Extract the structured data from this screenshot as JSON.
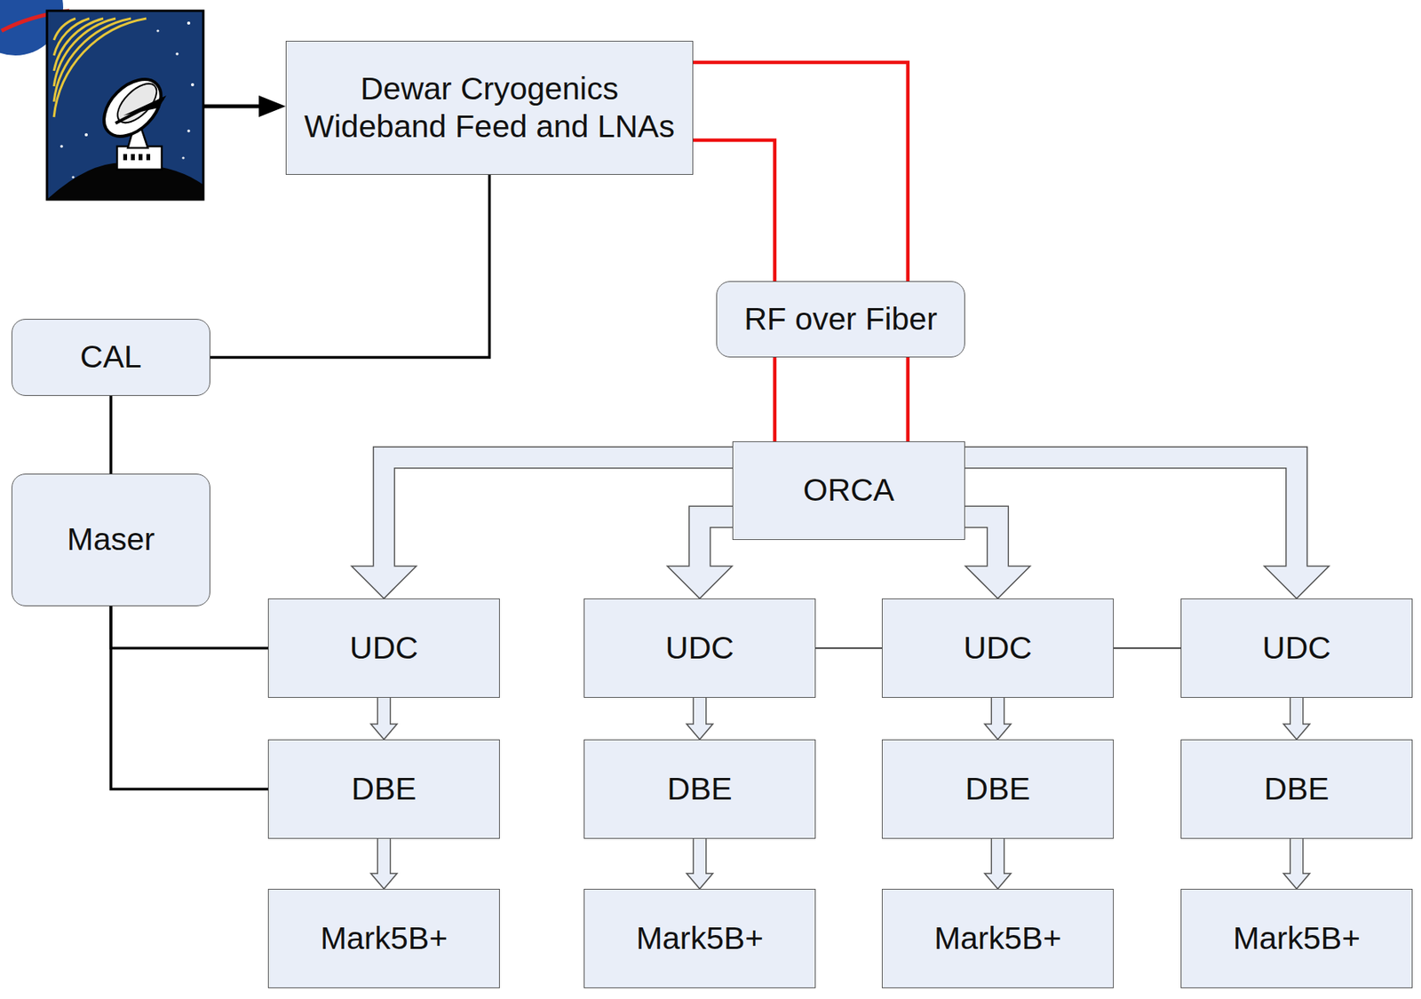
{
  "diagram": {
    "nodes": [
      {
        "text": [
          "Dewar Cryogenics Wideband Feed and LNAs"
        ]
      },
      {
        "text": [
          "CAL"
        ]
      },
      {
        "text": [
          "RF over Fiber"
        ]
      },
      {
        "text": [
          "ORCA"
        ]
      },
      {
        "text": [
          "Maser"
        ]
      },
      {
        "text": [
          "UDC"
        ]
      },
      {
        "text": [
          "UDC"
        ]
      },
      {
        "text": [
          "UDC"
        ]
      },
      {
        "text": [
          "UDC"
        ]
      },
      {
        "text": [
          "DBE"
        ]
      },
      {
        "text": [
          "DBE"
        ]
      },
      {
        "text": [
          "DBE"
        ]
      },
      {
        "text": [
          "DBE"
        ]
      },
      {
        "text": [
          "Mark5B+"
        ]
      },
      {
        "text": [
          "Mark5B+"
        ]
      },
      {
        "text": [
          "Mark5B+"
        ]
      },
      {
        "text": [
          "Mark5B+"
        ]
      }
    ],
    "edges": [
      {
        "from": 0,
        "to": 2,
        "arrow": "none"
      },
      {
        "from": 0,
        "to": 2,
        "arrow": "none"
      },
      {
        "from": 2,
        "to": 3,
        "arrow": "none"
      },
      {
        "from": 2,
        "to": 3,
        "arrow": "none"
      },
      {
        "from": 0,
        "to": 1,
        "arrow": "none"
      },
      {
        "from": 1,
        "to": 4,
        "arrow": "none"
      },
      {
        "from": 3,
        "to": 5,
        "arrow": "to"
      },
      {
        "from": 3,
        "to": 6,
        "arrow": "to"
      },
      {
        "from": 3,
        "to": 7,
        "arrow": "to"
      },
      {
        "from": 3,
        "to": 8,
        "arrow": "to"
      },
      {
        "from": 4,
        "to": 5,
        "arrow": "none"
      },
      {
        "from": 4,
        "to": 9,
        "arrow": "none"
      },
      {
        "from": 6,
        "to": 7,
        "arrow": "none"
      },
      {
        "from": 7,
        "to": 8,
        "arrow": "none"
      },
      {
        "from": 5,
        "to": 9,
        "arrow": "to"
      },
      {
        "from": 6,
        "to": 10,
        "arrow": "to"
      },
      {
        "from": 7,
        "to": 11,
        "arrow": "to"
      },
      {
        "from": 8,
        "to": 12,
        "arrow": "to"
      },
      {
        "from": 9,
        "to": 13,
        "arrow": "to"
      },
      {
        "from": 10,
        "to": 14,
        "arrow": "to"
      },
      {
        "from": 11,
        "to": 15,
        "arrow": "to"
      },
      {
        "from": 12,
        "to": 16,
        "arrow": "to"
      }
    ]
  }
}
